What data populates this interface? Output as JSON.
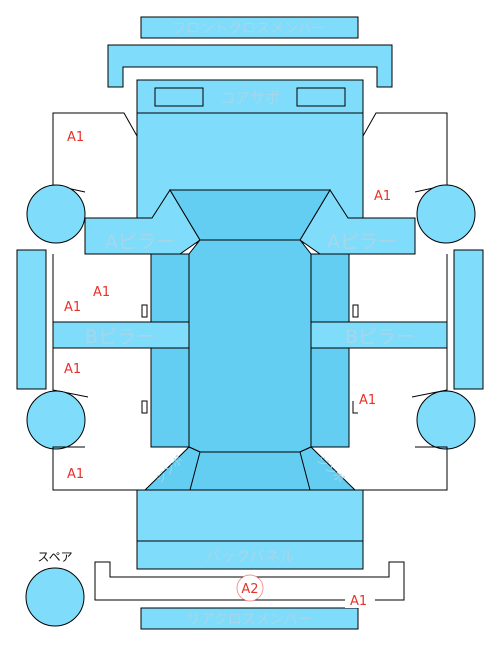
{
  "parts": {
    "front_cross_member": "フロントクロスメンバー",
    "core_support": "コアサポ",
    "a_pillar_left": "Aピラー",
    "a_pillar_right": "Aピラー",
    "b_pillar_left": "Bピラー",
    "b_pillar_right": "Bピラー",
    "back_panel": "バックパネル",
    "rear_cross_member": "リアクロスメンバー",
    "spare": "スペア",
    "trunk_left": "ジンボ",
    "trunk_right": "ジンボ"
  },
  "marks": {
    "front_left_fender": "A1",
    "front_right_fender": "A1",
    "left_front_door_a": "A1",
    "left_front_door_b": "A1",
    "left_rear_door": "A1",
    "right_rear_door": "A1",
    "rear_left_fender": "A1",
    "rear_bumper": "A1",
    "rear_bumper_center": "A2"
  },
  "colors": {
    "panel": "#7fdcfa",
    "panel_dark": "#63cdf2",
    "mark": "#e8322a",
    "label": "#a7d6ea"
  }
}
